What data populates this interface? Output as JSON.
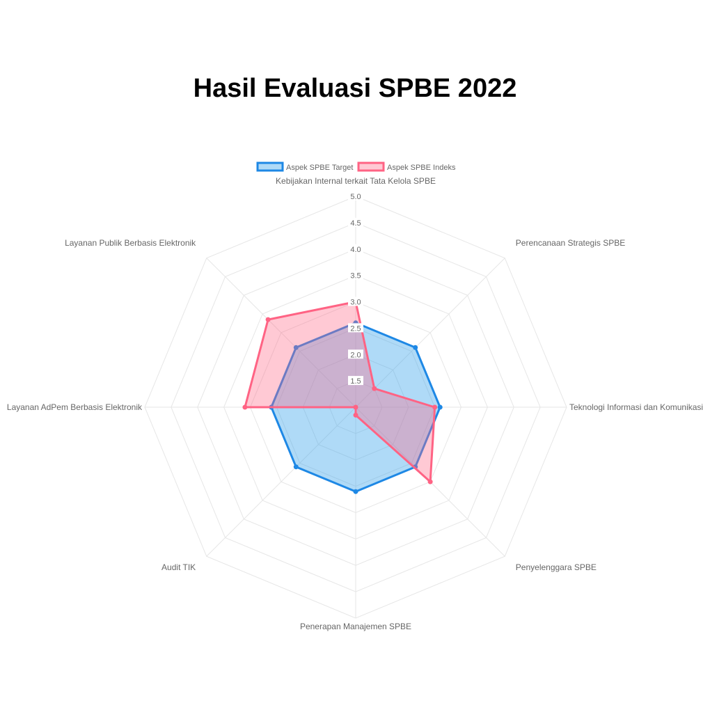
{
  "colors": {
    "target_stroke": "#1e88e5",
    "target_fill": "rgba(54,162,235,0.4)",
    "indeks_stroke": "#ff6384",
    "indeks_fill": "rgba(255,99,132,0.35)",
    "grid": "#e6e6e6"
  },
  "chart_data": {
    "type": "radar",
    "title": "Hasil Evaluasi SPBE 2022",
    "categories": [
      "Kebijakan Internal terkait Tata Kelola SPBE",
      "Perencanaan Strategis SPBE",
      "Teknologi Informasi dan Komunikasi",
      "Penyelenggara SPBE",
      "Penerapan Manajemen SPBE",
      "Audit TIK",
      "Layanan AdPem Berbasis Elektronik",
      "Layanan Publik Berbasis Elektronik"
    ],
    "series": [
      {
        "name": "Aspek SPBE Target",
        "values": [
          2.6,
          2.6,
          2.6,
          2.6,
          2.6,
          2.6,
          2.6,
          2.6
        ]
      },
      {
        "name": "Aspek SPBE Indeks",
        "values": [
          3.0,
          1.5,
          2.5,
          3.0,
          1.15,
          1.0,
          3.1,
          3.35
        ]
      }
    ],
    "rlim": [
      1.0,
      5.0
    ],
    "ticks": [
      "1.5",
      "2.0",
      "2.5",
      "3.0",
      "3.5",
      "4.0",
      "4.5",
      "5.0"
    ],
    "grid": true,
    "legend": "top"
  }
}
